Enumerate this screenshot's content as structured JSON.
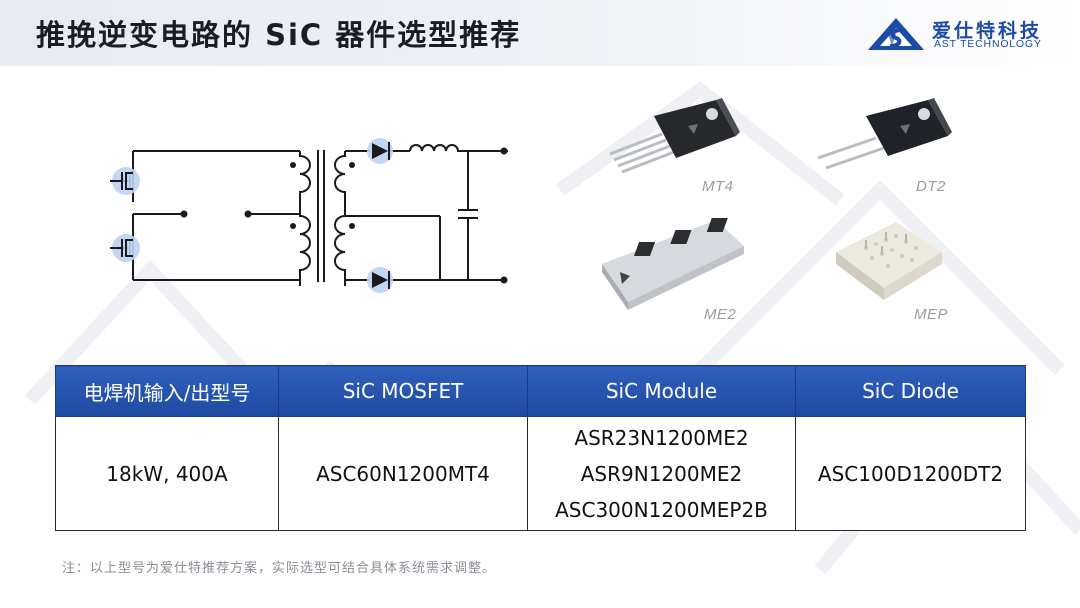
{
  "header": {
    "title": "推挽逆变电路的 SiC 器件选型推荐",
    "logo_cn": "爱仕特科技",
    "logo_en": "AST TECHNOLOGY"
  },
  "devices": [
    {
      "id": "mt4",
      "label": "MT4"
    },
    {
      "id": "dt2",
      "label": "DT2"
    },
    {
      "id": "me2",
      "label": "ME2"
    },
    {
      "id": "mep",
      "label": "MEP"
    }
  ],
  "table": {
    "headers": [
      "电焊机输入/出型号",
      "SiC MOSFET",
      "SiC Module",
      "SiC Diode"
    ],
    "row": {
      "model": "18kW, 400A",
      "mosfet": "ASC60N1200MT4",
      "modules": [
        "ASR23N1200ME2",
        "ASR9N1200ME2",
        "ASC300N1200MEP2B"
      ],
      "diode": "ASC100D1200DT2"
    }
  },
  "footnote": "注：以上型号为爱仕特推荐方案，实际选型可结合具体系统需求调整。",
  "colors": {
    "header_blue": "#2a58b5",
    "brand_blue": "#1c4aa6",
    "highlight_blue": "#bcd2f2"
  }
}
